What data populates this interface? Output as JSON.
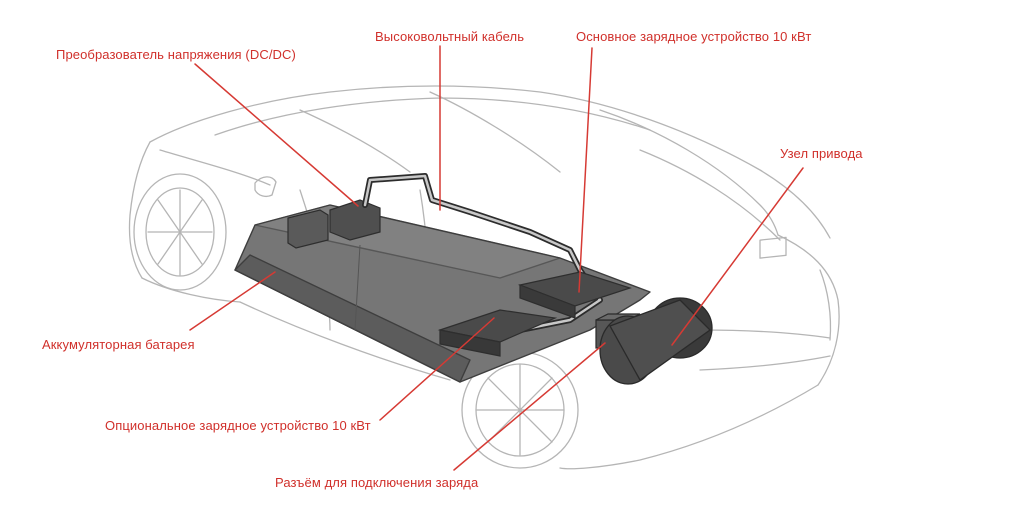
{
  "colors": {
    "label": "#d0302b",
    "leader_line": "#d63a34",
    "car_outline": "#b8b8b8",
    "battery_fill": "#6f6f6f",
    "components_fill": "#5e5e5e"
  },
  "labels": {
    "dcdc": "Преобразователь напряжения (DC/DC)",
    "hv_cable": "Высоковольтный кабель",
    "main_charger": "Основное зарядное устройство 10 кВт",
    "drive_unit": "Узел привода",
    "battery": "Аккумуляторная батарея",
    "optional_charger": "Опциональное зарядное устройство 10 кВт",
    "charge_port": "Разъём для подключения заряда"
  }
}
